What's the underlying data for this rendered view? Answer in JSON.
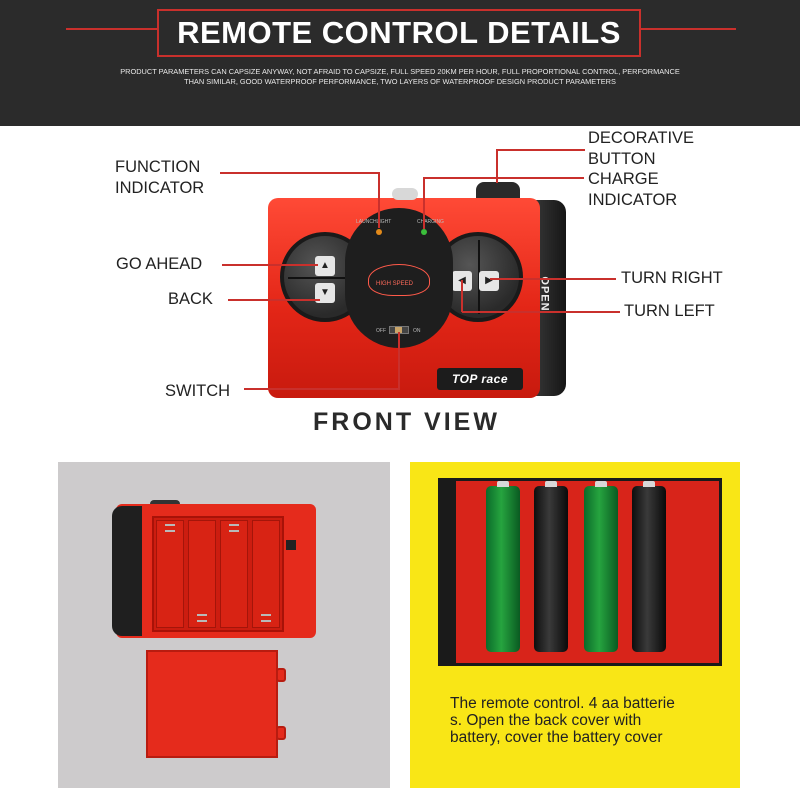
{
  "header": {
    "title": "REMOTE CONTROL DETAILS",
    "subtitle": "PRODUCT PARAMETERS CAN CAPSIZE ANYWAY, NOT AFRAID TO CAPSIZE, FULL SPEED 20KM PER HOUR, FULL PROPORTIONAL CONTROL, PERFORMANCE THAN SIMILAR, GOOD WATERPROOF PERFORMANCE, TWO LAYERS OF WATERPROOF DESIGN PRODUCT PARAMETERS"
  },
  "labels": {
    "function_indicator": [
      "FUNCTION",
      "INDICATOR"
    ],
    "decorative_button": [
      "DECORATIVE",
      "BUTTON"
    ],
    "charge_indicator": [
      "CHARGE",
      "INDICATOR"
    ],
    "go_ahead": "GO AHEAD",
    "back": "BACK",
    "turn_right": "TURN RIGHT",
    "turn_left": "TURN LEFT",
    "switch": "SWITCH"
  },
  "remote": {
    "open_text": "OPEN",
    "brand": "TOP race",
    "indicator_left": "LAUNCHLIGHT",
    "indicator_right": "CHARGING",
    "switch_off": "OFF",
    "switch_on": "ON",
    "logo_text": "HIGH SPEED"
  },
  "front_view": "FRONT VIEW",
  "battery_caption": [
    "The remote control. 4 aa batterie",
    "s. Open the back cover with",
    "battery, cover the battery cover"
  ],
  "colors": {
    "accent": "#c9302c",
    "header_bg": "#2b2b2b",
    "panel_yellow": "#f9e616",
    "panel_gray": "#cdcbcc"
  }
}
